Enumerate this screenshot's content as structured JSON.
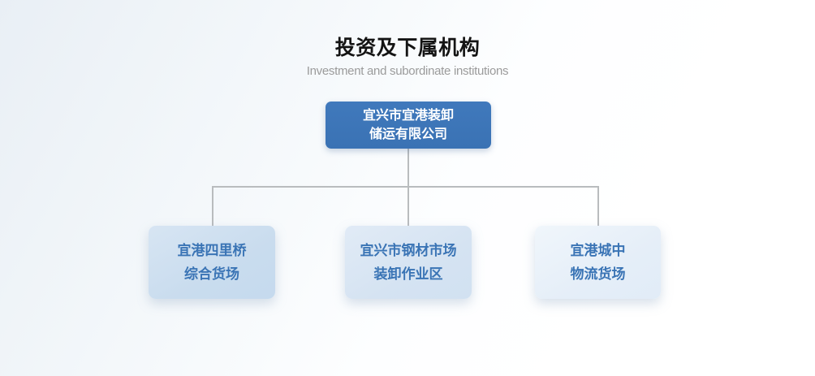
{
  "header": {
    "title": "投资及下属机构",
    "subtitle": "Investment and subordinate institutions"
  },
  "org_chart": {
    "root": {
      "name": "宜兴市宜港装卸\n储运有限公司"
    },
    "children": [
      {
        "name": "宜港四里桥\n综合货场"
      },
      {
        "name": "宜兴市钢材市场\n装卸作业区"
      },
      {
        "name": "宜港城中\n物流货场"
      }
    ]
  },
  "colors": {
    "root_box": "#3d76b8",
    "root_text": "#ffffff",
    "child_box_1": "#c9dcee",
    "child_box_2": "#d5e3f2",
    "child_box_3": "#e5eef8",
    "child_text": "#3a74b5",
    "connector": "#b9bcbe",
    "title_text": "#141414",
    "subtitle_text": "#9b9b9b",
    "background_top": "#e9eff5",
    "background_bottom": "#ffffff"
  }
}
